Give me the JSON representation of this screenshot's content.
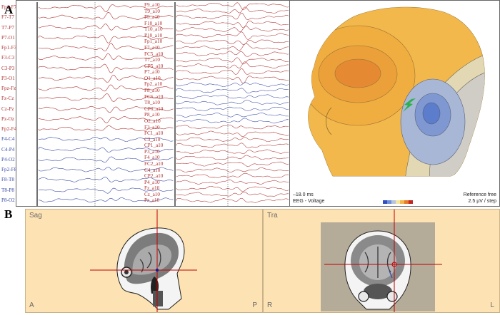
{
  "panel_a_label": "A",
  "panel_b_label": "B",
  "eeg": {
    "left_channels": [
      {
        "name": "Fp1-F7",
        "color": "#b03030"
      },
      {
        "name": "F7-T7",
        "color": "#b03030"
      },
      {
        "name": "T7-P7",
        "color": "#b03030"
      },
      {
        "name": "P7-O1",
        "color": "#b03030"
      },
      {
        "name": "Fp1-F3",
        "color": "#b03030"
      },
      {
        "name": "F3-C3",
        "color": "#b03030"
      },
      {
        "name": "C3-P3",
        "color": "#b03030"
      },
      {
        "name": "P3-O1",
        "color": "#b03030"
      },
      {
        "name": "Fpz-Fz",
        "color": "#b03030"
      },
      {
        "name": "Fz-Cz",
        "color": "#b03030"
      },
      {
        "name": "Cz-Pz",
        "color": "#b03030"
      },
      {
        "name": "Pz-Oz",
        "color": "#b03030"
      },
      {
        "name": "Fp2-F4",
        "color": "#b03030"
      },
      {
        "name": "F4-C4",
        "color": "#3a4aa8"
      },
      {
        "name": "C4-P4",
        "color": "#3a4aa8"
      },
      {
        "name": "P4-O2",
        "color": "#3a4aa8"
      },
      {
        "name": "Fp2-F8",
        "color": "#3a4aa8"
      },
      {
        "name": "F8-T8",
        "color": "#3a4aa8"
      },
      {
        "name": "T8-P8",
        "color": "#3a4aa8"
      },
      {
        "name": "P8-O2",
        "color": "#3a4aa8"
      }
    ],
    "right_channels": [
      "F9_a10",
      "T9_a10",
      "P9_a10",
      "F10_a10",
      "T10_a10",
      "P10_a10",
      "Fp1_a10",
      "F7_a10",
      "FC5_a10",
      "T7_a10",
      "CP5_a10",
      "P7_a10",
      "O1_a10",
      "Fp2_a10",
      "F8_a10",
      "FC6_a10",
      "T8_a10",
      "CP6_a10",
      "P8_a10",
      "O2_a10",
      "F3_a10",
      "FC1_a10",
      "C3_a10",
      "CP1_a10",
      "P3_a10",
      "F4_a10",
      "FC2_a10",
      "C4_a10",
      "CP2_a10",
      "P4_a10",
      "Fz_a10",
      "Cz_a10",
      "Pz_a10"
    ],
    "right_channel_color": "#b03030"
  },
  "map": {
    "time": "–18.0 ms",
    "mode": "EEG - Voltage",
    "reference": "Reference free",
    "step": "2.5 µV / step",
    "arrow_color": "#2bb24c"
  },
  "mri": {
    "sag": {
      "title": "Sag",
      "left": "A",
      "right": "P"
    },
    "tra": {
      "title": "Tra",
      "left": "R",
      "right": "L"
    }
  }
}
